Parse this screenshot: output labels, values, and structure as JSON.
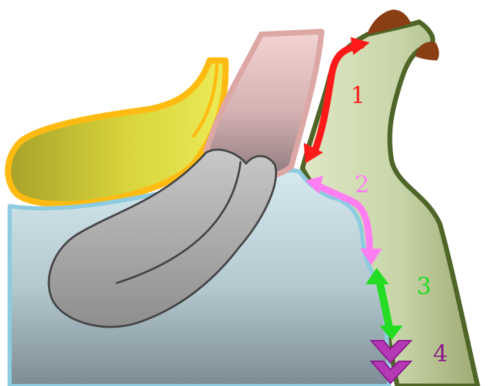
{
  "labels": [
    {
      "id": "1",
      "text": "1",
      "color": "#ff1a1a"
    },
    {
      "id": "2",
      "text": "2",
      "color": "#ff7ff2"
    },
    {
      "id": "3",
      "text": "3",
      "color": "#22dd22"
    },
    {
      "id": "4",
      "text": "4",
      "color": "#8b1b8b"
    }
  ],
  "colors": {
    "outer_tissue": "#c5d4a6",
    "outer_tissue_border": "#4f6427",
    "brown_cap": "#8a3e14",
    "mucosa_top": "#cfe3ea",
    "mucosa_bottom": "#7f8f96",
    "mucosa_border": "#8ccbe0",
    "yellow_body": "#e8e64a",
    "yellow_border": "#ffbb11",
    "pink_tube": "#dca7a4",
    "gray_body": "#a0a0a0"
  }
}
